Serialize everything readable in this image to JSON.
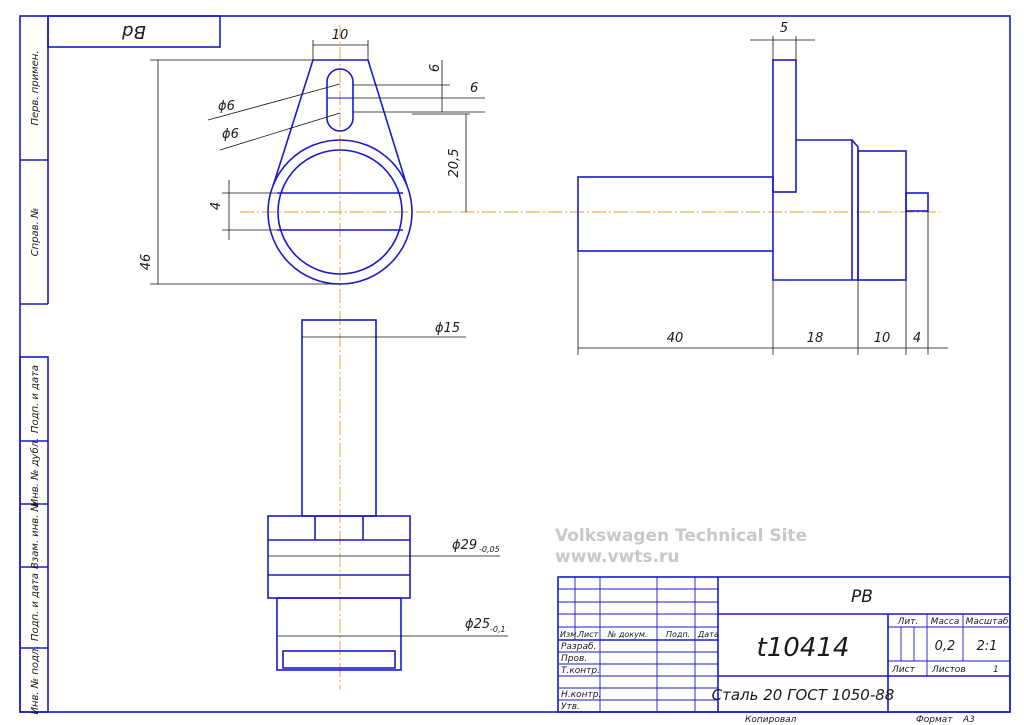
{
  "corner_label": "Bd",
  "side_strip": {
    "perv_primen": "Перв. примен.",
    "sprav_no": "Справ. №",
    "podp_data_1": "Подп. и дата",
    "inv_dubl": "Инв. № дубл.",
    "vzam_inv": "Взам. инв. №",
    "podp_data_2": "Подп. и дата",
    "inv_podl": "Инв. № подл."
  },
  "dims": {
    "w10_top": "10",
    "d6_a": "ϕ6",
    "d6_b": "ϕ6",
    "v6_a": "6",
    "v6_b": "6",
    "v20_5": "20,5",
    "v4": "4",
    "v46": "46",
    "d15": "ϕ15",
    "d29": "ϕ29",
    "d29_tol": "-0,05",
    "d25": "ϕ25",
    "d25_tol": "-0,1",
    "w5": "5",
    "l40": "40",
    "l18": "18",
    "l10": "10",
    "l4": "4"
  },
  "watermark": {
    "line1": "Volkswagen Technical Site",
    "line2": "www.vwts.ru"
  },
  "title_block": {
    "designation": "PB",
    "part_number": "t10414",
    "material": "Сталь 20  ГОСТ 1050-88",
    "col_lit": "Лит.",
    "col_massa": "Масса",
    "col_masshtab": "Масштаб",
    "massa": "0,2",
    "masshtab": "2:1",
    "list_label": "Лист",
    "listov_label": "Листов",
    "listov_value": "1",
    "row_izm": "Изм.",
    "row_list": "Лист",
    "row_doc": "№ докум.",
    "row_podp": "Подп.",
    "row_data": "Дата",
    "razrab": "Разраб.",
    "prov": "Пров.",
    "tkontr": "Т.контр.",
    "nkontr": "Н.контр.",
    "utv": "Утв.",
    "kopiroval": "Копировал",
    "format_label": "Формат",
    "format_value": "А3"
  }
}
